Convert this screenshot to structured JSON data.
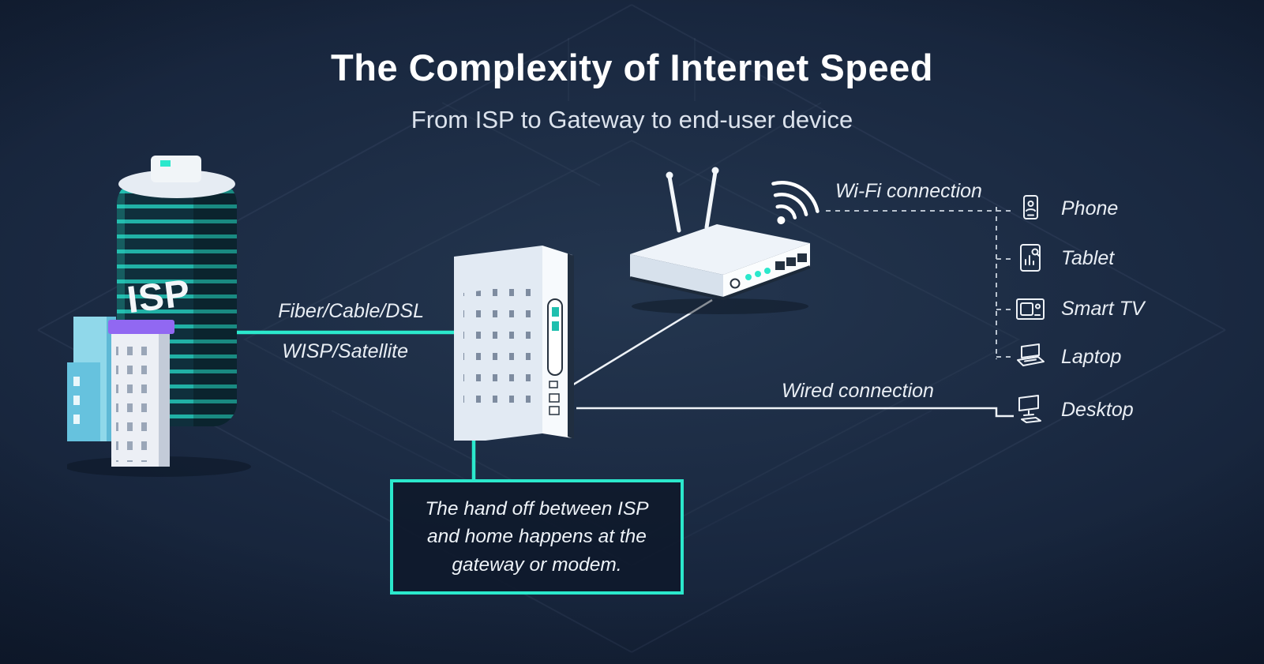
{
  "title": "The Complexity of Internet Speed",
  "subtitle": "From ISP to Gateway to end-user device",
  "isp": {
    "label": "ISP"
  },
  "connections": {
    "fiber_label": "Fiber/Cable/DSL",
    "wisp_label": "WISP/Satellite",
    "wifi_label": "Wi-Fi connection",
    "wired_label": "Wired connection"
  },
  "callout": {
    "text": "The hand off between ISP and home happens at the gateway or modem."
  },
  "devices": [
    {
      "label": "Phone",
      "icon": "phone-icon"
    },
    {
      "label": "Tablet",
      "icon": "tablet-icon"
    },
    {
      "label": "Smart TV",
      "icon": "smart-tv-icon"
    },
    {
      "label": "Laptop",
      "icon": "laptop-icon"
    },
    {
      "label": "Desktop",
      "icon": "desktop-icon"
    }
  ],
  "colors": {
    "accent": "#2BE8CC",
    "background": "#121E33",
    "text": "#FFFFFF",
    "purple": "#9168F2",
    "light_blue": "#8ED7EA"
  }
}
